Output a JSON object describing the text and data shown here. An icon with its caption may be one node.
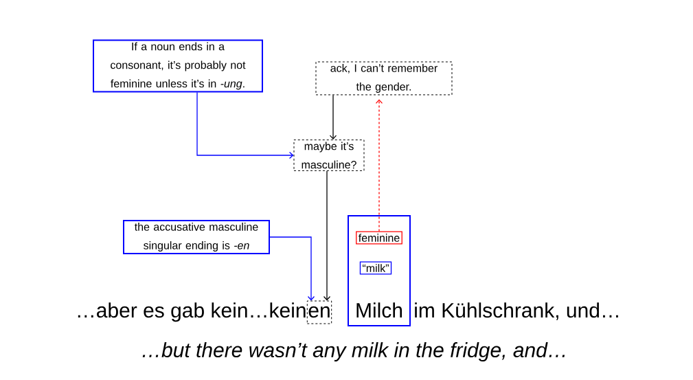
{
  "diagram": {
    "nodes": [
      {
        "text": [
          "If a noun ends in a consonant, it’s probably not feminine unless it’s in *-ung*."
        ]
      },
      {
        "text": [
          "ack, I can’t remember the gender."
        ]
      },
      {
        "text": [
          "maybe it’s masculine?"
        ]
      },
      {
        "text": [
          "the accusative masculine singular ending is *-en*"
        ]
      },
      {
        "text": [
          "en"
        ]
      },
      {
        "text": [
          "Milch"
        ]
      },
      {
        "text": [
          "feminine"
        ],
        "in": 5
      },
      {
        "text": [
          "“milk”"
        ],
        "in": 5
      }
    ],
    "edges": [
      {
        "from": 0,
        "to": 2,
        "arrow": "to",
        "color": "#0000ff"
      },
      {
        "from": 1,
        "to": 2,
        "arrow": "to",
        "color": "#000000"
      },
      {
        "from": 2,
        "to": 4,
        "arrow": "to",
        "color": "#000000"
      },
      {
        "from": 3,
        "to": 4,
        "arrow": "to",
        "color": "#0000ff"
      },
      {
        "from": 6,
        "to": 1,
        "arrow": "to",
        "style": "dashed",
        "color": "#ff0000"
      }
    ],
    "labels": [
      "…aber es gab kein…kein",
      "im Kühlschrank, und…",
      "…but there wasn’t any milk in the fridge, and…"
    ]
  }
}
